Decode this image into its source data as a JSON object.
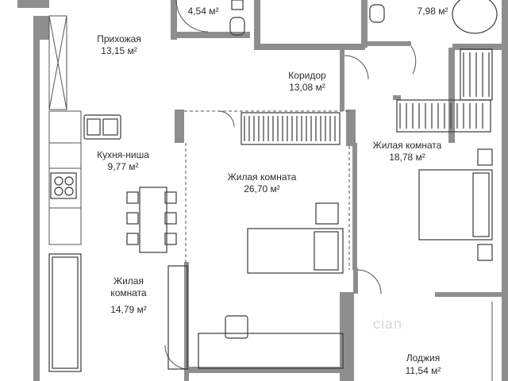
{
  "rooms": [
    {
      "id": "hall",
      "name": "Прихожая",
      "area": "13,15 м²"
    },
    {
      "id": "corridor",
      "name": "Коридор",
      "area": "13,08 м²"
    },
    {
      "id": "kitchen",
      "name": "Кухня-ниша",
      "area": "9,77 м²"
    },
    {
      "id": "living_center",
      "name": "Жилая комната",
      "area": "26,70 м²"
    },
    {
      "id": "living_right",
      "name": "Жилая комната",
      "area": "18,78 м²"
    },
    {
      "id": "living_left",
      "name_line1": "Жилая",
      "name_line2": "комната",
      "area": "14,79 м²"
    },
    {
      "id": "loggia",
      "name": "Лоджия",
      "area": "11,54 м²"
    },
    {
      "id": "bath_left",
      "area": "4,54 м²"
    },
    {
      "id": "bath_right",
      "area": "7,98 м²"
    }
  ],
  "watermark": "cian",
  "colors": {
    "wall": "#8e8e8e",
    "furniture": "#3a3a3a",
    "text": "#2b2b2b",
    "background": "#ffffff"
  }
}
